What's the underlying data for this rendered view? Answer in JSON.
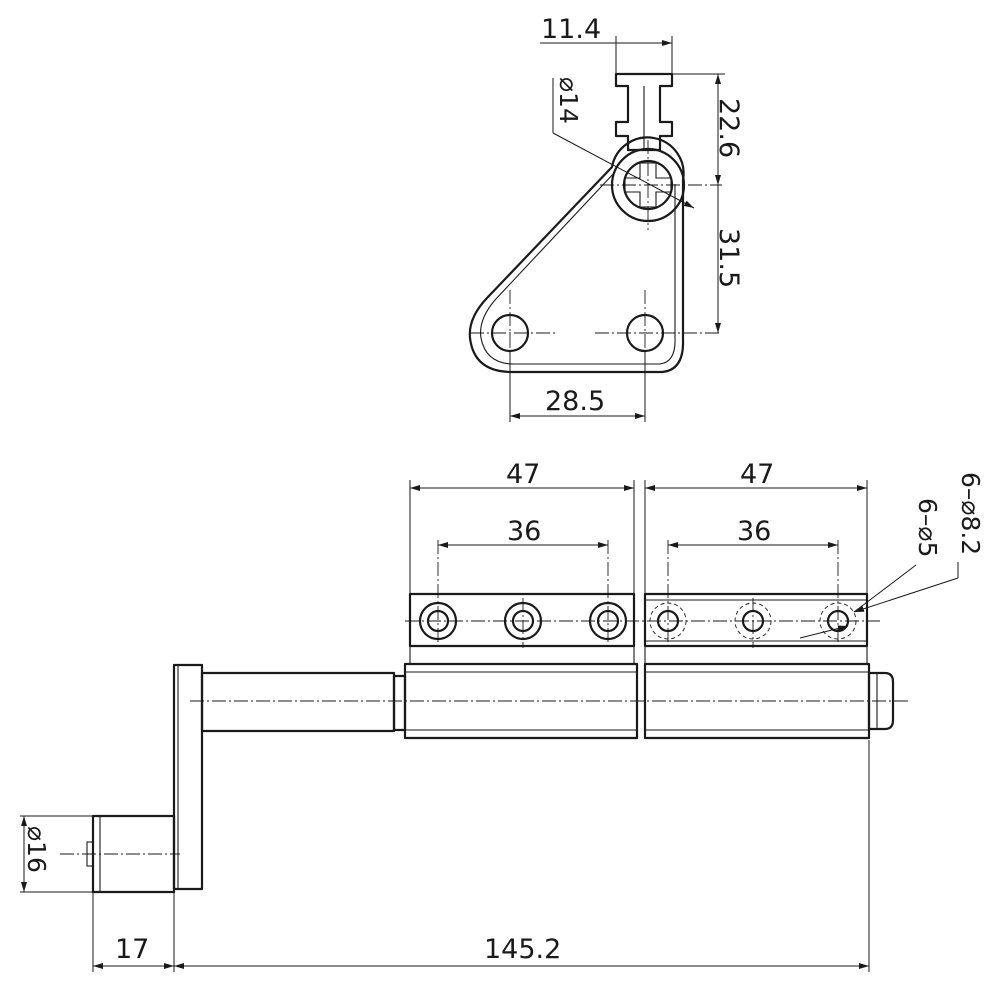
{
  "dimensions": {
    "top_key_width": "11.4",
    "top_bore_dia": "⌀14",
    "top_height_upper": "22.6",
    "top_height_lower": "31.5",
    "top_hole_spacing": "28.5",
    "left_leaf_width": "47",
    "left_hole_pitch": "36",
    "right_leaf_width": "47",
    "right_hole_pitch": "36",
    "large_hole_callout": "6–⌀8.2",
    "small_hole_callout": "6–⌀5",
    "shaft_dia": "⌀16",
    "shaft_offset": "17",
    "overall_length": "145.2"
  }
}
